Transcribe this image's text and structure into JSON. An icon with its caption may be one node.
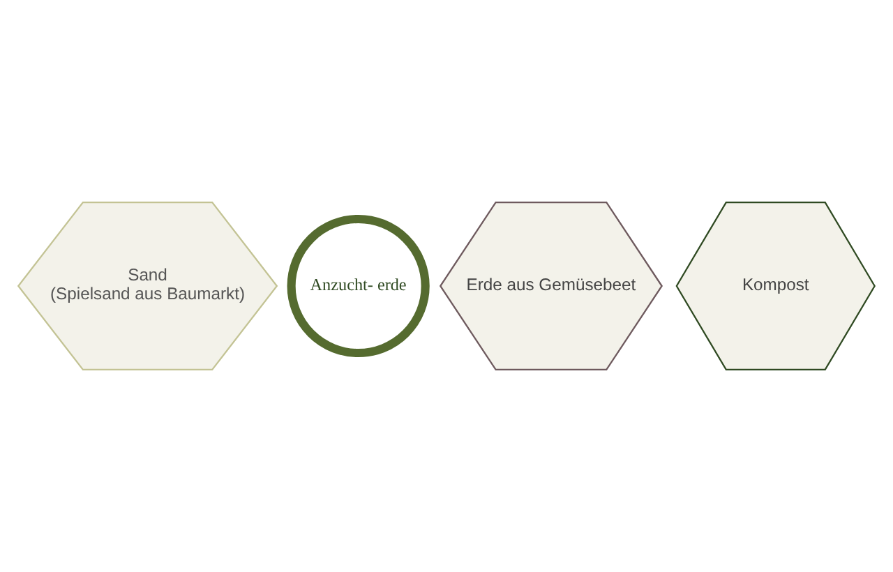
{
  "diagram": {
    "nodes": [
      {
        "text": [
          "Sand",
          "(Spielsand aus Baumarkt)"
        ]
      },
      {
        "text": [
          "Anzucht- erde"
        ]
      },
      {
        "text": [
          "Erde aus Gemüsebeet"
        ]
      },
      {
        "text": [
          "Kompost"
        ]
      }
    ]
  }
}
